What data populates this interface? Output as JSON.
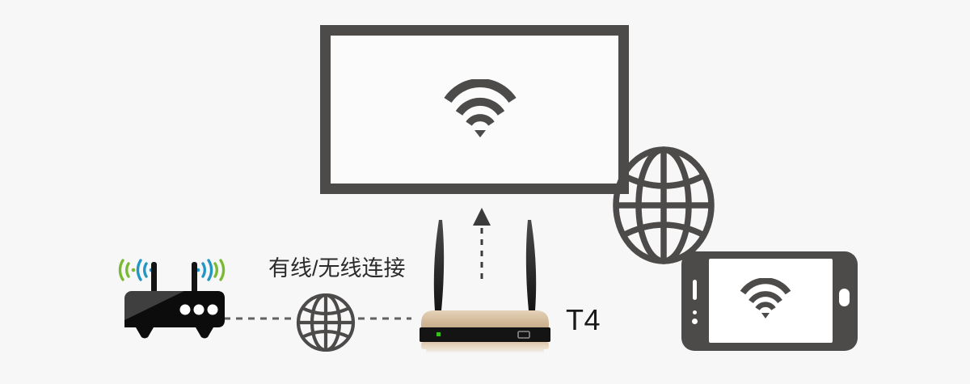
{
  "diagram": {
    "title": "T4 wireless router network topology",
    "background_color": "#f7f7f7",
    "primary_color": "#4d4a4a",
    "accent_gold": "#d9c3a5",
    "led_color": "#35c11a",
    "signal_green": "#7ab933",
    "signal_blue": "#2196c4"
  },
  "caption": {
    "text": "有线/无线连接",
    "meaning": "Wired / Wireless connection"
  },
  "device_label": {
    "text": "T4"
  },
  "nodes": {
    "tv": {
      "name": "television",
      "screen_icon": "wifi-icon"
    },
    "phone": {
      "name": "smartphone",
      "screen_icon": "wifi-icon",
      "orientation": "landscape"
    },
    "router_t4": {
      "name": "T4 router",
      "antennas": 2,
      "led": "green",
      "port": "usb-port"
    },
    "router_home": {
      "name": "home router",
      "antennas": 2,
      "indicator_lights": 3
    },
    "globe_right": {
      "name": "internet-globe"
    },
    "globe_middle": {
      "name": "internet-globe"
    }
  },
  "links": {
    "router_to_globe": "dashed",
    "globe_to_t4": "dashed",
    "t4_to_tv": "dashed-arrow-up"
  }
}
